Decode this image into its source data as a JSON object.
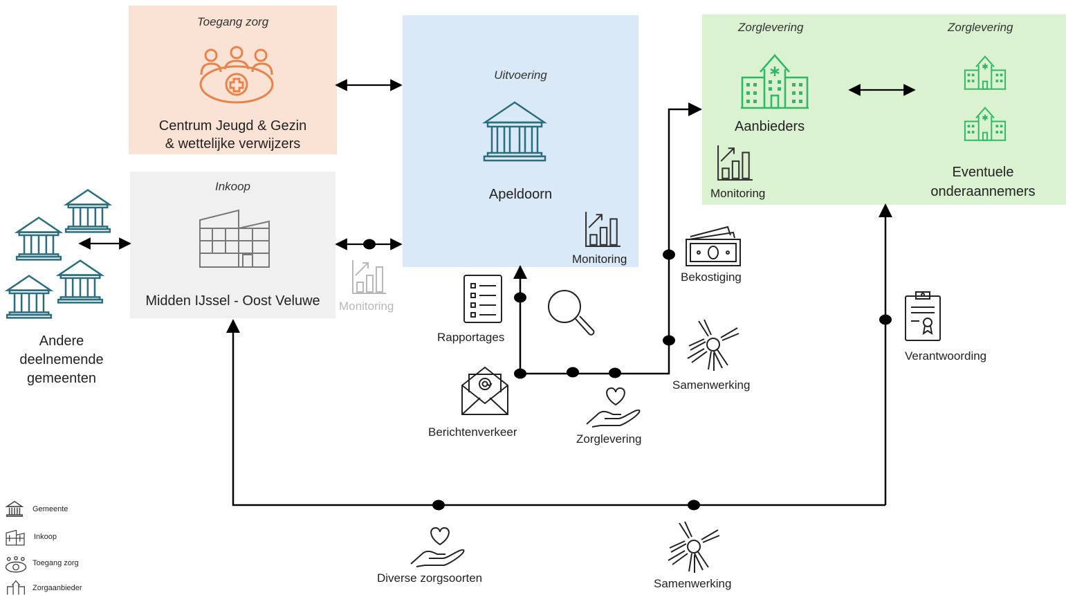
{
  "panels": {
    "toegang": {
      "title": "Toegang zorg",
      "label_line1": "Centrum Jeugd & Gezin",
      "label_line2": "& wettelijke verwijzers",
      "color": "#fae2d5"
    },
    "inkoop": {
      "title": "Inkoop",
      "label": "Midden IJssel - Oost Veluwe",
      "color": "#f0f0f0"
    },
    "uitvoering": {
      "title": "Uitvoering",
      "label": "Apeldoorn",
      "monitoring": "Monitoring",
      "color": "#dae9f7"
    },
    "zorglevering": {
      "title_left": "Zorglevering",
      "title_right": "Zorglevering",
      "label_left": "Aanbieders",
      "label_right_line1": "Eventuele",
      "label_right_line2": "onderaannemers",
      "monitoring": "Monitoring",
      "color": "#dbf2d0"
    }
  },
  "municipalities": {
    "line1": "Andere",
    "line2": "deelnemende",
    "line3": "gemeenten"
  },
  "inkoop_monitoring": "Monitoring",
  "flows": {
    "rapportages": "Rapportages",
    "berichtenverkeer": "Berichtenverkeer",
    "zorglevering": "Zorglevering",
    "bekostiging": "Bekostiging",
    "samenwerking_top": "Samenwerking",
    "verantwoording": "Verantwoording",
    "diverse_zorgsoorten": "Diverse zorgsoorten",
    "samenwerking_bottom": "Samenwerking"
  },
  "legend": {
    "items": [
      {
        "label": "Gemeente",
        "icon": "municipality-icon"
      },
      {
        "label": "Inkoop",
        "icon": "purchasing-building-icon"
      },
      {
        "label": "Toegang zorg",
        "icon": "care-access-icon"
      },
      {
        "label": "Zorgaanbieder",
        "icon": "care-provider-icon"
      }
    ]
  },
  "colors": {
    "orange_icon": "#e8834a",
    "teal_icon": "#2a6d7c",
    "green_icon": "#2fb86a",
    "gray_icon": "#777777"
  }
}
